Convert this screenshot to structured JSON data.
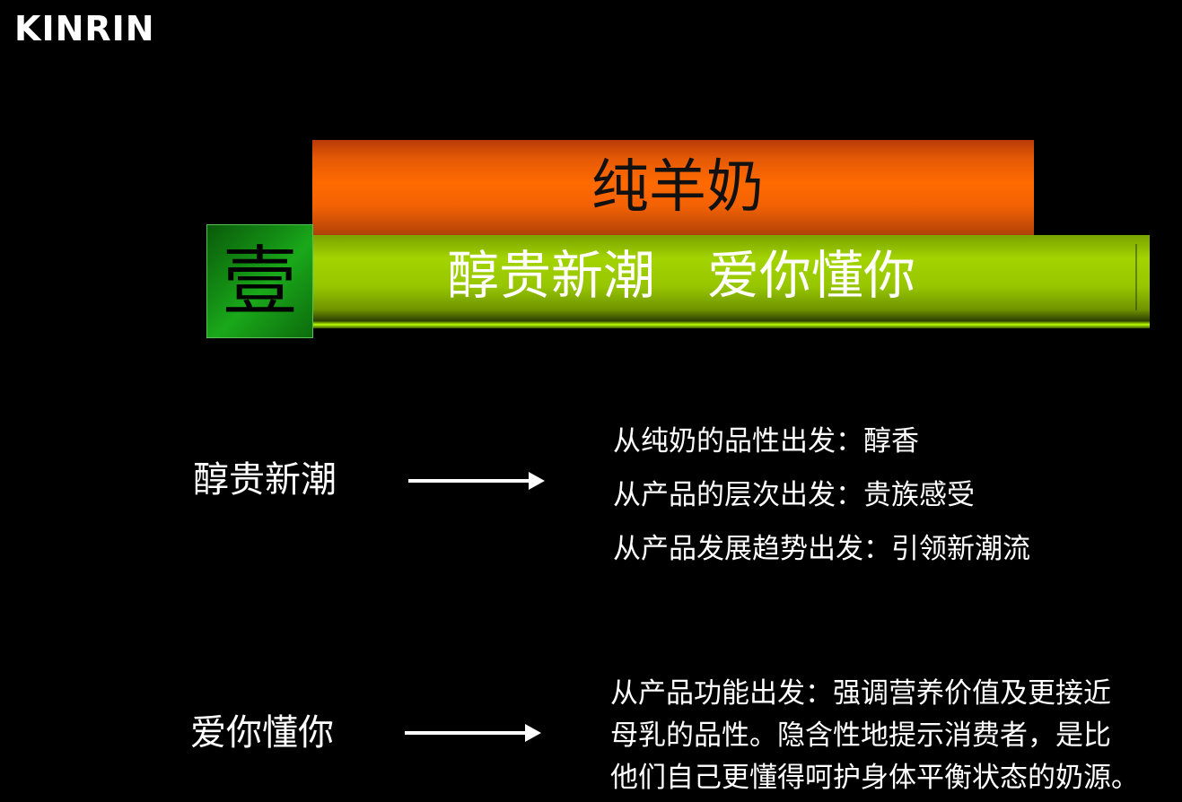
{
  "logo": "KINRIN",
  "header": {
    "title": "纯羊奶",
    "slogan": "醇贵新潮　爱你懂你",
    "numeral": "壹"
  },
  "points": [
    {
      "term": "醇贵新潮",
      "lines": [
        "从纯奶的品性出发：醇香",
        "从产品的层次出发：贵族感受",
        "从产品发展趋势出发：引领新潮流"
      ]
    },
    {
      "term": "爱你懂你",
      "lines": [
        "从产品功能出发：强调营养价值及更接近",
        "母乳的品性。隐含性地提示消费者，是比",
        "他们自己更懂得呵护身体平衡状态的奶源。"
      ]
    }
  ],
  "colors": {
    "background": "#000000",
    "orange_bar": "#ff6a00",
    "green_bar": "#a3d400",
    "numeral_box": "#1aa81a",
    "text": "#ffffff"
  }
}
